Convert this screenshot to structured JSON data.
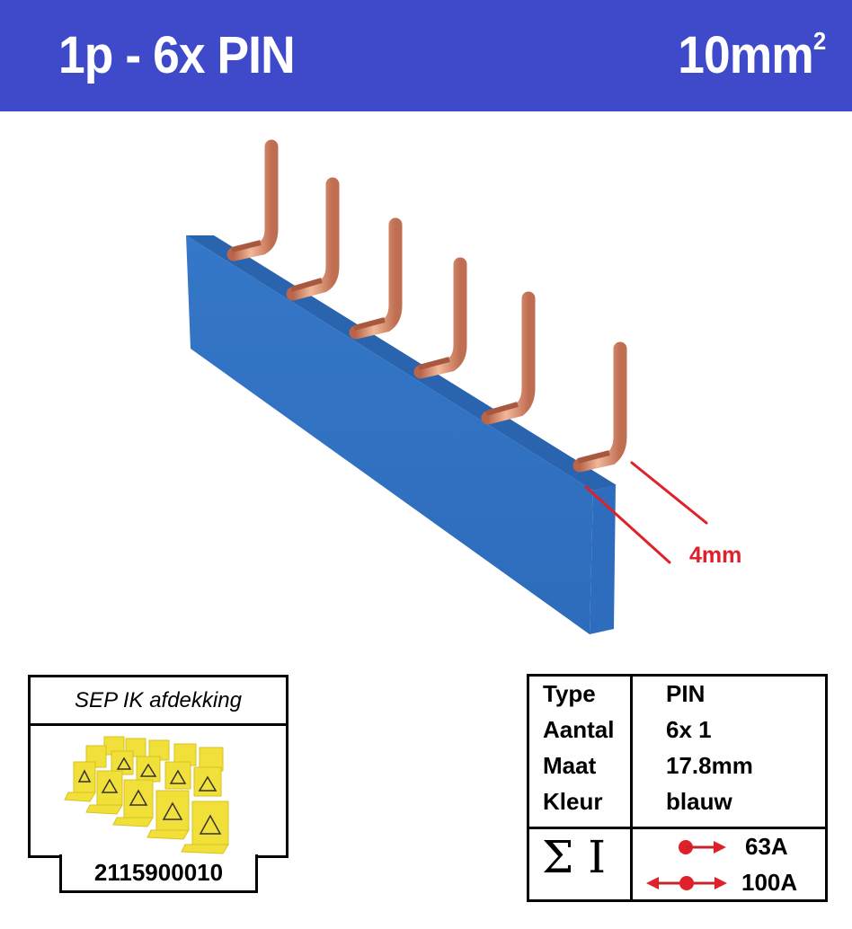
{
  "header": {
    "title": "1p - 6x PIN",
    "spec_value": "10mm",
    "spec_superscript": "2",
    "background_color": "#3f4acb"
  },
  "product": {
    "description": "blue busbar with 6 copper pins",
    "pin_count": 6,
    "body_color": "#2f6fc0",
    "pin_color": "#d9896a",
    "dimension_label": "4mm",
    "dimension_color": "#e0202a"
  },
  "accessory": {
    "title": "SEP IK afdekking",
    "image_description": "yellow protective covers with electrical warning symbol",
    "code": "2115900010"
  },
  "specs": {
    "rows": [
      {
        "key": "Type",
        "value": "PIN"
      },
      {
        "key": "Aantal",
        "value": "6x 1"
      },
      {
        "key": "Maat",
        "value": "17.8mm"
      },
      {
        "key": "Kleur",
        "value": "blauw"
      }
    ],
    "current_symbol": "Σ I",
    "currents": [
      {
        "icon": "single-feed-arrow-icon",
        "value": "63A"
      },
      {
        "icon": "center-feed-double-arrow-icon",
        "value": "100A"
      }
    ]
  }
}
